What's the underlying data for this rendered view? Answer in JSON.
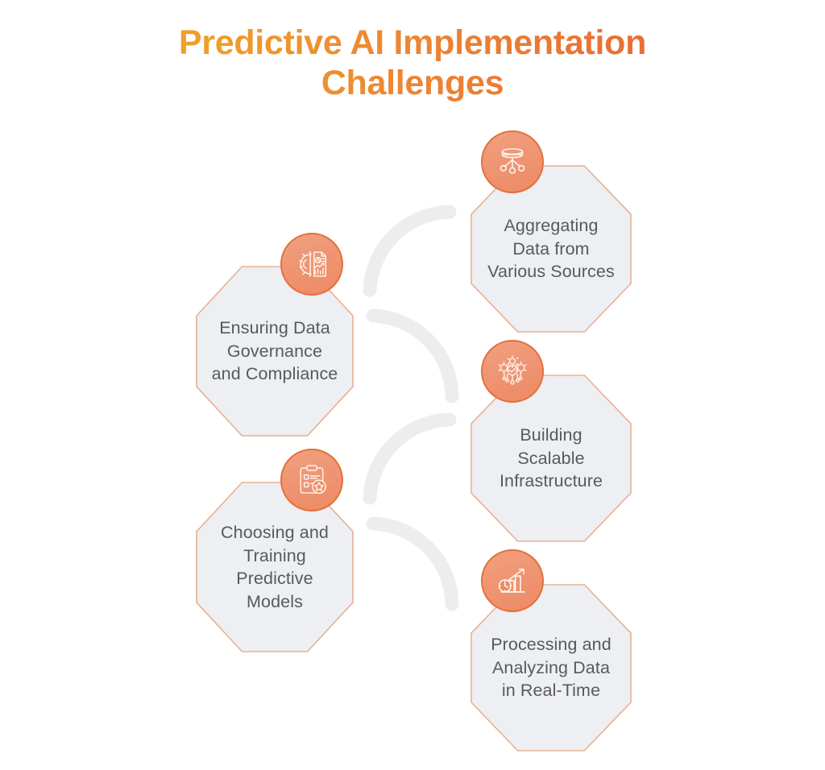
{
  "title": {
    "line1": "Predictive AI Implementation",
    "line2": "Challenges",
    "gradient_from": "#f0a528",
    "gradient_to": "#e86b33"
  },
  "theme": {
    "background": "#ffffff",
    "octagon_fill": "#edeff2",
    "octagon_border": "#e8b093",
    "badge_fill_light": "#f0a180",
    "badge_fill_dark": "#ee8a64",
    "badge_border": "#e2703c",
    "label_text": "#58595b",
    "connector": "#ebedef"
  },
  "nodes": [
    {
      "id": "aggregating-data",
      "label": "Aggregating Data from Various Sources",
      "icon": "data-sources-network-icon",
      "column": "right",
      "order": 1
    },
    {
      "id": "data-governance",
      "label": "Ensuring Data Governance and Compliance",
      "icon": "gear-report-icon",
      "column": "left",
      "order": 2
    },
    {
      "id": "scalable-infrastructure",
      "label": "Building Scalable Infrastructure",
      "icon": "cloud-gears-check-icon",
      "column": "right",
      "order": 3
    },
    {
      "id": "predictive-models",
      "label": "Choosing and Training Predictive Models",
      "icon": "clipboard-star-icon",
      "column": "left",
      "order": 4
    },
    {
      "id": "realtime-processing",
      "label": "Processing and Analyzing Data in Real-Time",
      "icon": "bar-chart-clock-icon",
      "column": "right",
      "order": 5
    }
  ],
  "connectors": [
    {
      "id": "connector-1",
      "from": "data-governance",
      "to": "aggregating-data"
    },
    {
      "id": "connector-2",
      "from": "data-governance",
      "to": "scalable-infrastructure"
    },
    {
      "id": "connector-3",
      "from": "predictive-models",
      "to": "scalable-infrastructure"
    },
    {
      "id": "connector-4",
      "from": "predictive-models",
      "to": "realtime-processing"
    }
  ]
}
